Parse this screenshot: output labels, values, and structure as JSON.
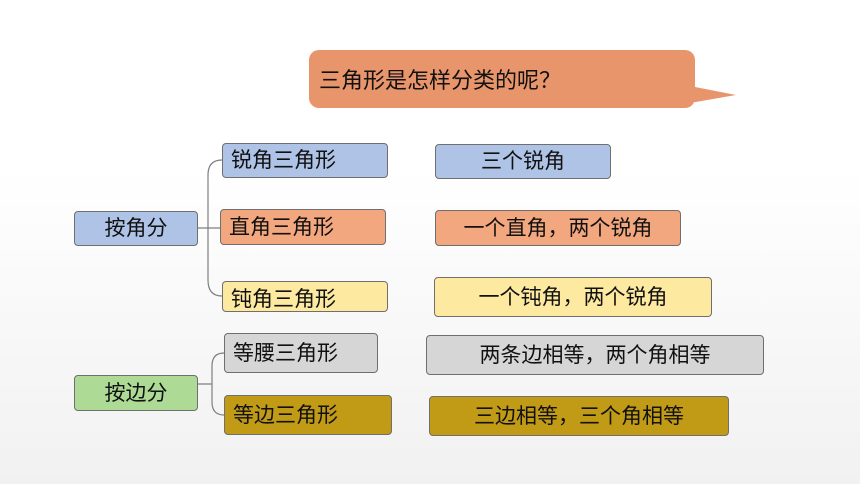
{
  "question": "三角形是怎样分类的呢？",
  "categories": {
    "by_angle": "按角分",
    "by_side": "按边分"
  },
  "types": {
    "acute": "锐角三角形",
    "right": "直角三角形",
    "obtuse": "钝角三角形",
    "isosceles": "等腰三角形",
    "equilateral": "等边三角形"
  },
  "descriptions": {
    "acute": "三个锐角",
    "right": "一个直角，两个锐角",
    "obtuse": "一个钝角，两个锐角",
    "isosceles": "两条边相等，两个角相等",
    "equilateral": "三边相等，三个角相等"
  },
  "colors": {
    "blue": "#aec3e6",
    "orange": "#f2a77e",
    "yellow": "#fde9a0",
    "gray": "#d6d6d6",
    "gold": "#c19a16",
    "green": "#addb95",
    "bubble": "#e8956c"
  }
}
